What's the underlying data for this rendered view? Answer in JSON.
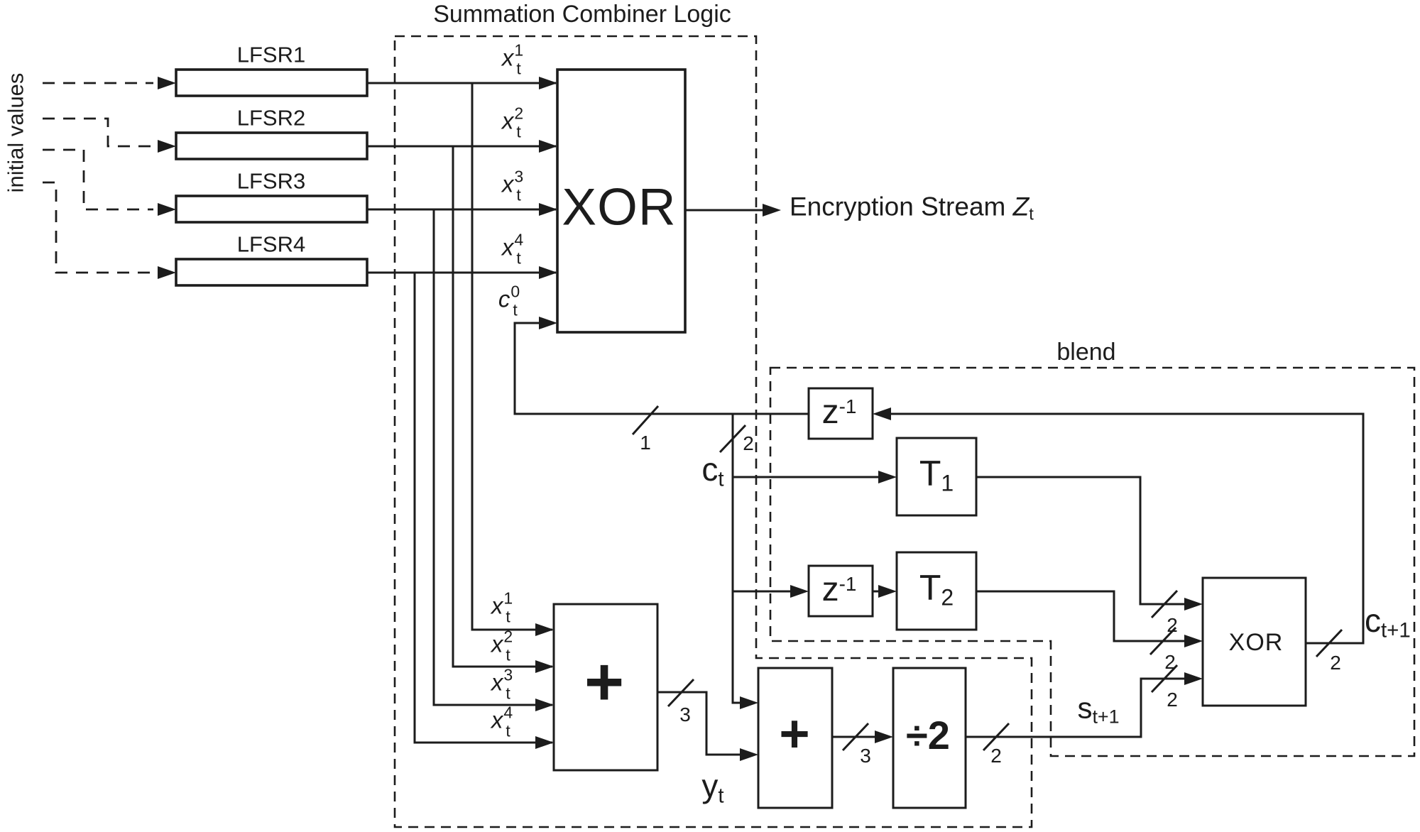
{
  "title": "Summation Combiner Logic",
  "regions": {
    "blend": "blend"
  },
  "left": {
    "initial_values": "initial values"
  },
  "lfsrs": [
    {
      "label": "LFSR1"
    },
    {
      "label": "LFSR2"
    },
    {
      "label": "LFSR3"
    },
    {
      "label": "LFSR4"
    }
  ],
  "blocks": {
    "xor_main": "XOR",
    "xor_blend": "XOR",
    "adder_main": "+",
    "adder_carry": "+",
    "halver": "÷2",
    "delay": {
      "base": "z",
      "sup": "-1"
    },
    "t1": {
      "base": "T",
      "sub": "1"
    },
    "t2": {
      "base": "T",
      "sub": "2"
    }
  },
  "signals": {
    "x1": {
      "base": "x",
      "sup": "1",
      "sub": "t"
    },
    "x2": {
      "base": "x",
      "sup": "2",
      "sub": "t"
    },
    "x3": {
      "base": "x",
      "sup": "3",
      "sub": "t"
    },
    "x4": {
      "base": "x",
      "sup": "4",
      "sub": "t"
    },
    "c0": {
      "base": "c",
      "sup": "0",
      "sub": "t"
    },
    "ct": {
      "base": "c",
      "sub": "t"
    },
    "yt": {
      "base": "y",
      "sub": "t"
    },
    "st_plus1": {
      "base": "s",
      "sub": "t+1"
    },
    "ct_plus1": {
      "base": "c",
      "sub": "t+1"
    },
    "encryption_stream": {
      "text": "Encryption Stream ",
      "var": "Z",
      "sub": "t"
    }
  },
  "bus_widths": {
    "feedback_bit": "1",
    "ct_bus": "2",
    "sum3": "3",
    "carry3": "3",
    "half2": "2",
    "t1_2": "2",
    "t2_2": "2",
    "s2": "2",
    "ct_next2": "2"
  }
}
